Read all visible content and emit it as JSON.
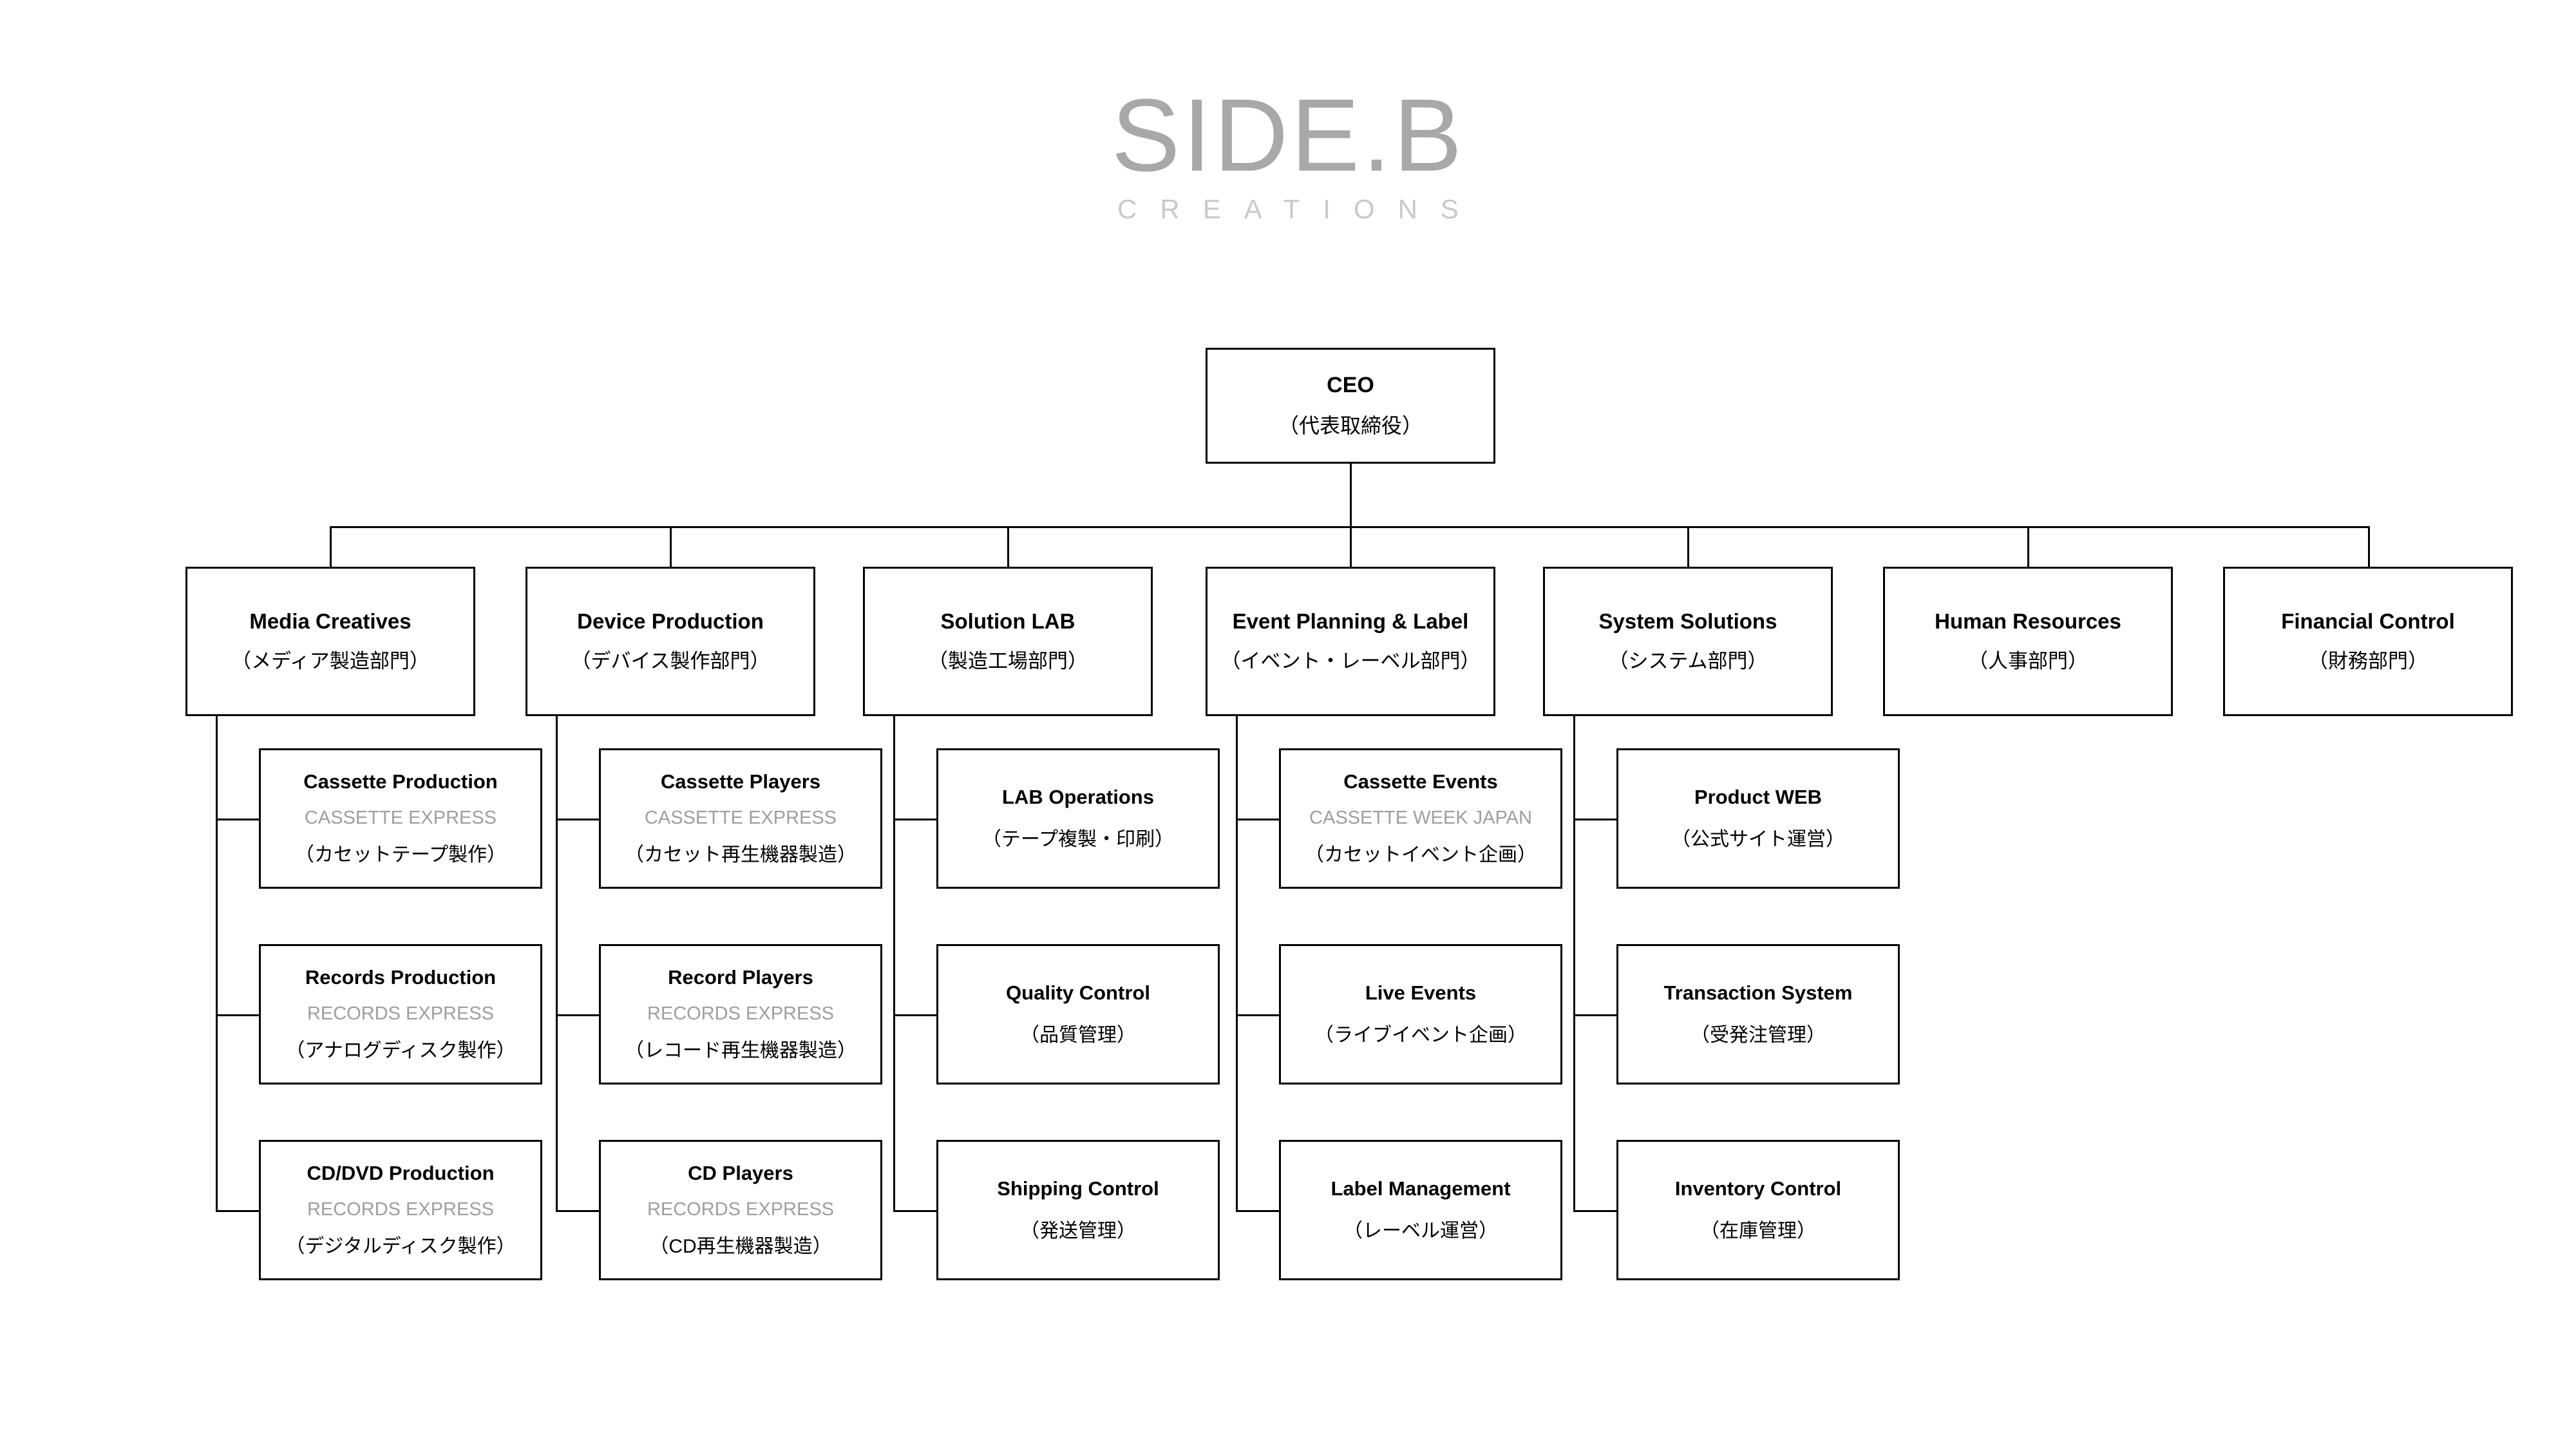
{
  "logo": {
    "main": "SIDE.B",
    "sub": "CREATIONS",
    "main_color": "#a8a8a8",
    "sub_color": "#c9c9c9"
  },
  "chart": {
    "kind": "organization-chart",
    "line_color": "#000000",
    "box_border_color": "#000000",
    "brand_text_color": "#9e9e9e",
    "root": {
      "title": "CEO",
      "desc": "（代表取締役）"
    },
    "departments": [
      {
        "title": "Media Creatives",
        "desc": "（メディア製造部門）"
      },
      {
        "title": "Device Production",
        "desc": "（デバイス製作部門）"
      },
      {
        "title": "Solution LAB",
        "desc": "（製造工場部門）"
      },
      {
        "title": "Event Planning & Label",
        "desc": "（イベント・レーベル部門）"
      },
      {
        "title": "System Solutions",
        "desc": "（システム部門）"
      },
      {
        "title": "Human Resources",
        "desc": "（人事部門）"
      },
      {
        "title": "Financial Control",
        "desc": "（財務部門）"
      }
    ],
    "units": {
      "media_creatives": [
        {
          "title": "Cassette Production",
          "brand": "CASSETTE EXPRESS",
          "desc": "（カセットテープ製作）"
        },
        {
          "title": "Records Production",
          "brand": "RECORDS EXPRESS",
          "desc": "（アナログディスク製作）"
        },
        {
          "title": "CD/DVD Production",
          "brand": "RECORDS EXPRESS",
          "desc": "（デジタルディスク製作）"
        }
      ],
      "device_production": [
        {
          "title": "Cassette Players",
          "brand": "CASSETTE EXPRESS",
          "desc": "（カセット再生機器製造）"
        },
        {
          "title": "Record Players",
          "brand": "RECORDS EXPRESS",
          "desc": "（レコード再生機器製造）"
        },
        {
          "title": "CD Players",
          "brand": "RECORDS EXPRESS",
          "desc": "（CD再生機器製造）"
        }
      ],
      "solution_lab": [
        {
          "title": "LAB Operations",
          "brand": "",
          "desc": "（テープ複製・印刷）"
        },
        {
          "title": "Quality Control",
          "brand": "",
          "desc": "（品質管理）"
        },
        {
          "title": "Shipping Control",
          "brand": "",
          "desc": "（発送管理）"
        }
      ],
      "event_planning_label": [
        {
          "title": "Cassette Events",
          "brand": "CASSETTE WEEK JAPAN",
          "desc": "（カセットイベント企画）"
        },
        {
          "title": "Live Events",
          "brand": "",
          "desc": "（ライブイベント企画）"
        },
        {
          "title": "Label Management",
          "brand": "",
          "desc": "（レーベル運営）"
        }
      ],
      "system_solutions": [
        {
          "title": "Product WEB",
          "brand": "",
          "desc": "（公式サイト運営）"
        },
        {
          "title": "Transaction System",
          "brand": "",
          "desc": "（受発注管理）"
        },
        {
          "title": "Inventory Control",
          "brand": "",
          "desc": "（在庫管理）"
        }
      ],
      "human_resources": [],
      "financial_control": []
    }
  }
}
